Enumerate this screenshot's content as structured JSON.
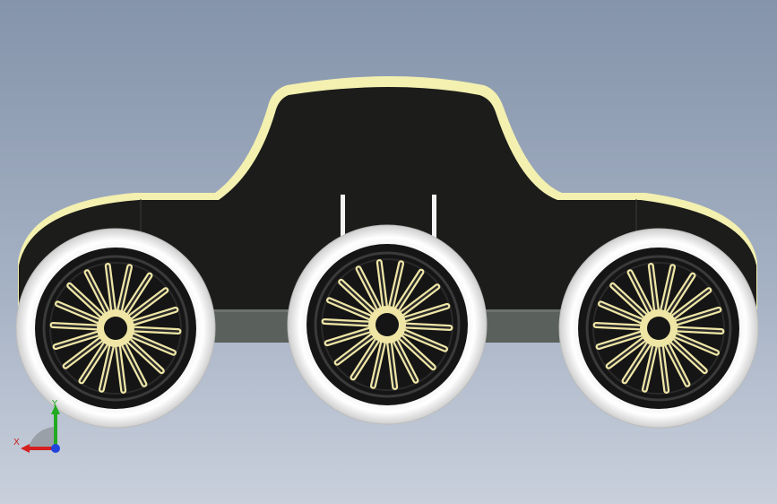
{
  "viewport": {
    "background_top": "#8594ab",
    "background_bottom": "#c9d0dc"
  },
  "model": {
    "body_color": "#1c1c1a",
    "trim_color": "#f3f0b0",
    "chassis_color": "#5a605b",
    "tire_color": "#f5f5f5",
    "rim_color": "#151515",
    "spoke_color": "#efe6a6",
    "wheel_count": 3
  },
  "triad": {
    "x_label": "X",
    "y_label": "Y",
    "x_color": "#d42020",
    "y_color": "#22aa22",
    "z_color": "#2244dd"
  }
}
